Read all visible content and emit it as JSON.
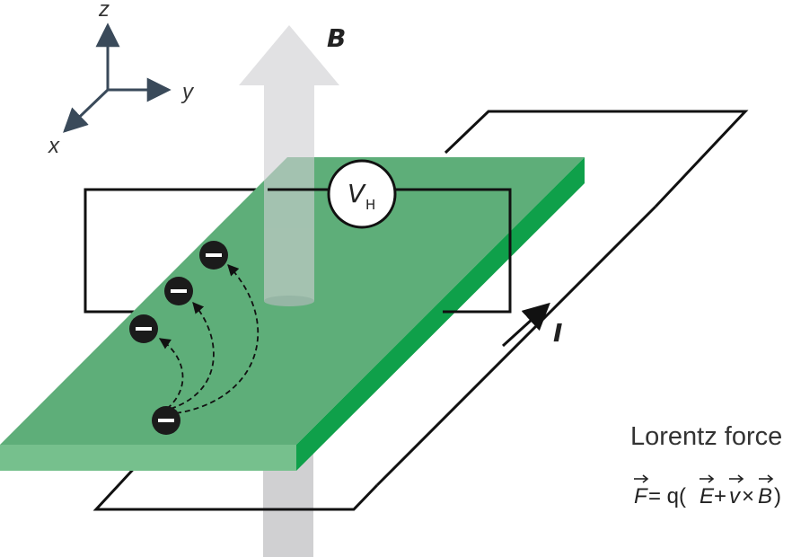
{
  "axes": {
    "z": "z",
    "y": "y",
    "x": "x"
  },
  "labels": {
    "field": "B",
    "current": "I",
    "voltmeter_main": "V",
    "voltmeter_sub": "H",
    "electron_sign": "−"
  },
  "lorentz": {
    "title": "Lorentz force",
    "F": "F",
    "eq": "= q(",
    "E": "E",
    "plus": "+",
    "v": "v",
    "times": "×",
    "B": "B",
    "close": ")"
  },
  "colors": {
    "plate_top": "#5eae79",
    "plate_front": "#76c08d",
    "plate_side": "#0fa04a",
    "arrow_gray": "#d0d0d2",
    "axis_color": "#3a4a5a",
    "wire": "#111111",
    "electron": "#1b1b1b"
  }
}
